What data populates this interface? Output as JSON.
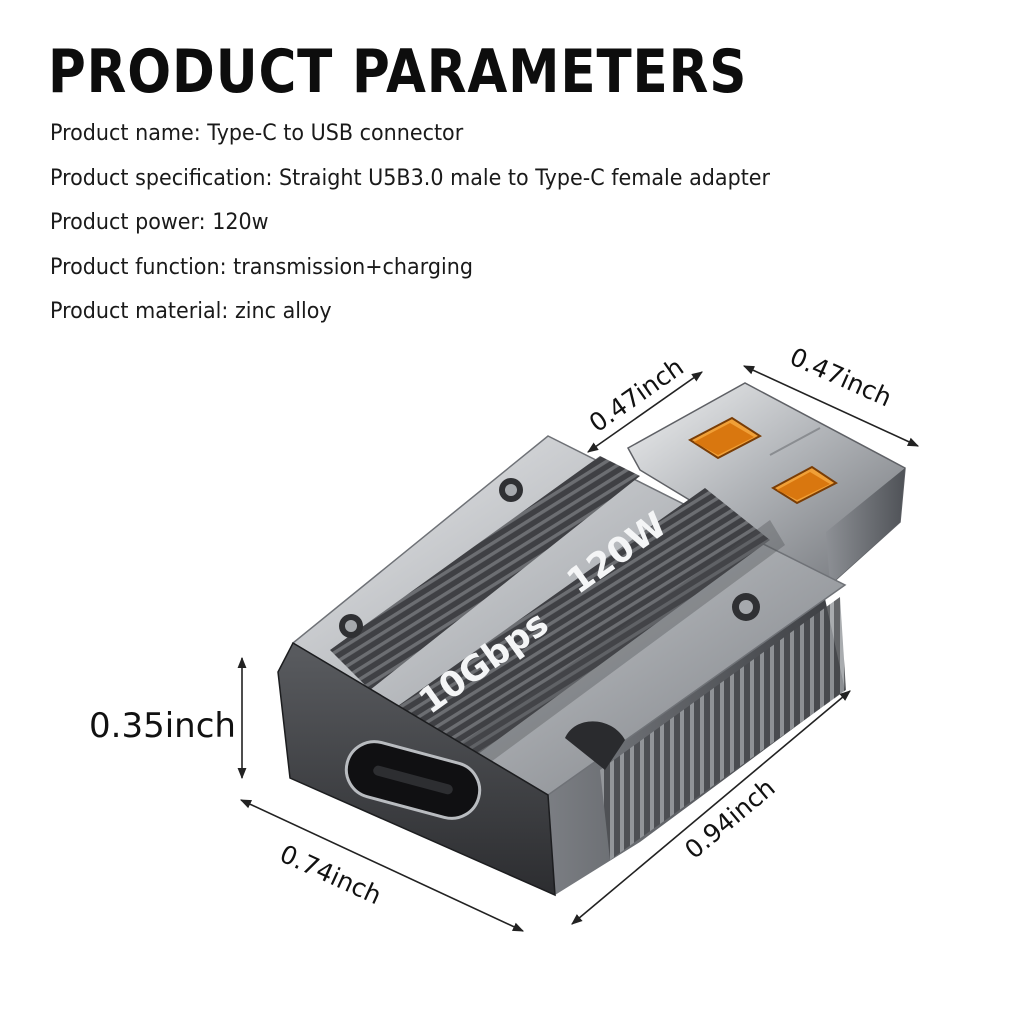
{
  "title": "PRODUCT PARAMETERS",
  "specs": [
    "Product name: Type-C to USB connector",
    "Product specification: Straight U5B3.0 male to Type-C female adapter",
    "Product power: 120w",
    "Product function: transmission+charging",
    "Product material: zinc alloy"
  ],
  "dimensions": {
    "top_left": "0.47inch",
    "top_right": "0.47inch",
    "height": "0.35inch",
    "front_width": "0.74inch",
    "length": "0.94inch"
  },
  "product_labels": {
    "speed": "10Gbps",
    "power": "120W"
  },
  "colors": {
    "text": "#111111",
    "body_dark": "#3c3c3c",
    "metal": "#c9cbce",
    "usb_pin": "#d9770f"
  }
}
